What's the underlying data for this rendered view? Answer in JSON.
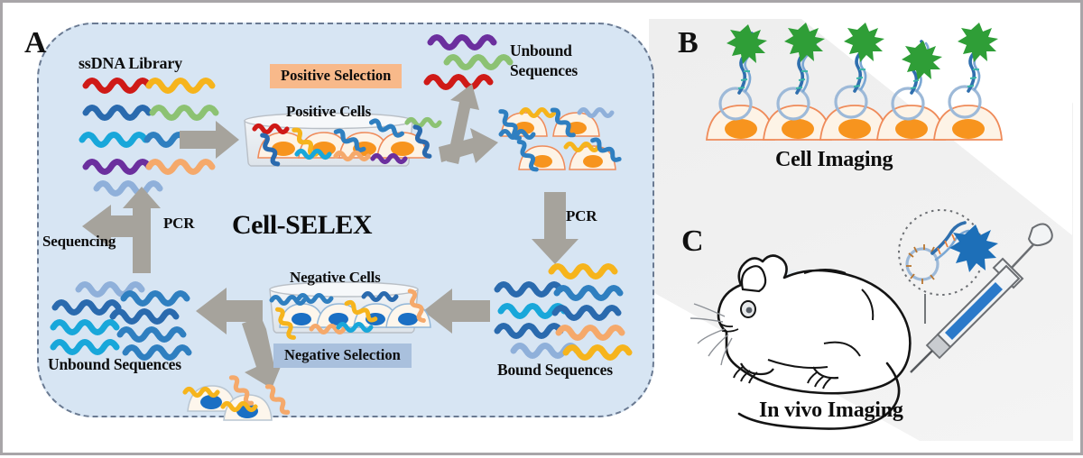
{
  "figure": {
    "type": "scientific-schematic",
    "background": "#ffffff",
    "border_color": "#a8a5a8"
  },
  "panels": [
    {
      "id": "A",
      "letter": "A",
      "title": "Cell-SELEX",
      "background": "#d7e5f3",
      "border_style": "dashed",
      "border_color": "#6a7a92"
    },
    {
      "id": "B",
      "letter": "B",
      "caption": "Cell Imaging",
      "background": "#f0f0f0"
    },
    {
      "id": "C",
      "letter": "C",
      "caption": "In vivo Imaging",
      "background": "#f0f0f0"
    }
  ],
  "panel_a": {
    "title": "Cell-SELEX",
    "labels": {
      "ssdna_library": "ssDNA Library",
      "positive_selection": "Positive Selection",
      "positive_cells": "Positive Cells",
      "unbound_sequences_top": "Unbound\nSequences",
      "unbound_sequences_top_line1": "Unbound",
      "unbound_sequences_top_line2": "Sequences",
      "pcr_right": "PCR",
      "pcr_left": "PCR",
      "sequencing": "Sequencing",
      "negative_cells": "Negative Cells",
      "negative_selection": "Negative Selection",
      "bound_sequences": "Bound Sequences",
      "unbound_sequences_bottom": "Unbound Sequences"
    },
    "box_colors": {
      "positive_selection_bg": "#f8b98a",
      "negative_selection_bg": "#a9c0dd"
    },
    "ssdna_library_colors": [
      "#cf1a17",
      "#f6b41c",
      "#2a6aae",
      "#8cc273",
      "#18a7da",
      "#2f7fc0",
      "#6b2f9e",
      "#f5a96b",
      "#8fb0da"
    ],
    "unbound_top_colors": [
      "#6b2f9e",
      "#8cc273",
      "#cf1a17"
    ],
    "bound_sequence_colors": [
      "#2a6aae",
      "#f6b41c",
      "#18a7da",
      "#2f7fc0",
      "#2a6aae",
      "#1f78b8",
      "#f5a96b",
      "#8fb0da",
      "#f6b41c"
    ],
    "unbound_bottom_colors": [
      "#8fb0da",
      "#2f7fc0",
      "#2a6aae",
      "#18a7da",
      "#1f78b8",
      "#2a6aae",
      "#18a7da",
      "#2f7fc0",
      "#2a6aae"
    ],
    "positive_cell": {
      "nucleus_color": "#f7941e",
      "membrane_color": "#ef8b5a",
      "body_color": "#fdf3e6"
    },
    "negative_cell": {
      "nucleus_color": "#1a6fc4",
      "membrane_color": "#93b7d8",
      "body_color": "#fdf6ec"
    },
    "arrow_color": "#a6a39c",
    "counts": {
      "positive_cells_in_dish": 4,
      "negative_cells_in_dish": 4,
      "unbound_cells_right": 4,
      "discarded_cells_bottom": 2
    }
  },
  "panel_b": {
    "letter": "B",
    "caption": "Cell Imaging",
    "cell_count": 5,
    "fluorophore_color": "#2f9e37",
    "fluorophore_shape": "star-burst",
    "aptamer_color": "#2f6fae",
    "cell_nucleus_color": "#f7941e",
    "cell_membrane_color": "#ef8b5a"
  },
  "panel_c": {
    "letter": "C",
    "caption": "In vivo Imaging",
    "mouse_outline_color": "#111111",
    "tumor_glow_color": "#7cc0ef",
    "syringe_barrel_color": "#1a6fc4",
    "inset": {
      "shape": "dotted-circle",
      "aptamer_color": "#2f6fae",
      "fluorophore_color": "#1d6fb8",
      "fluorophore_shape": "star-burst"
    }
  },
  "icons": {
    "wave": "dna-wave-icon",
    "arrow": "block-arrow-icon",
    "dish": "petri-dish-icon",
    "cell": "cell-icon",
    "star": "fluorophore-star-icon",
    "mouse": "mouse-icon",
    "syringe": "syringe-icon"
  }
}
